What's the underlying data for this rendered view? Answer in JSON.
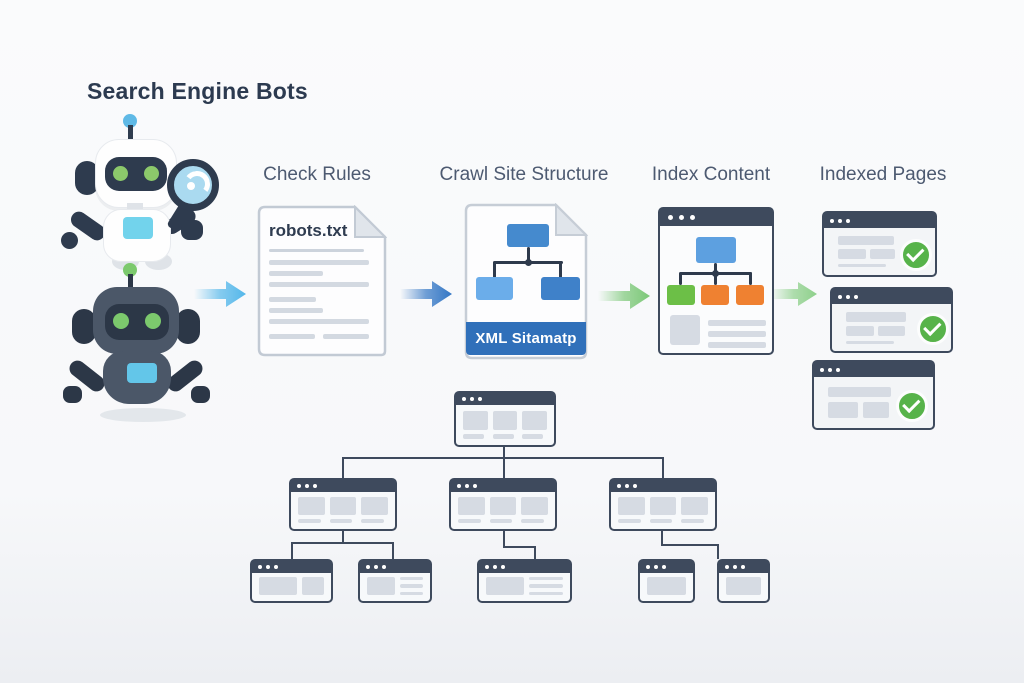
{
  "title": "Search Engine Bots",
  "flow": {
    "steps": [
      {
        "label": "Check Rules",
        "doc_title": "robots.txt"
      },
      {
        "label": "Crawl Site Structure",
        "banner": "XML Sitamatp"
      },
      {
        "label": "Index Content"
      },
      {
        "label": "Indexed Pages"
      }
    ]
  },
  "colors": {
    "title_text": "#2c3a50",
    "step_label_text": "#4d5a71",
    "arrow_light_blue": "#54b7ea",
    "arrow_blue": "#3477c5",
    "arrow_green": "#7cc878",
    "arrow_light_green": "#8ed08b",
    "sitemap_banner_blue": "#3070ba",
    "node_blue": "#5da0e0",
    "node_light_blue": "#6badea",
    "node_dark_blue": "#3f81c9",
    "node_green": "#6cbf47",
    "node_orange": "#ef8131",
    "check_green": "#57b34a",
    "window_header": "#3e4a5d",
    "wireframe_gray": "#d6dbe3",
    "robot_dark": "#4b5768",
    "robot_navy": "#2e3b4e",
    "robot_eye_green": "#7cc96d",
    "robot_chest_blue": "#63c6e9"
  }
}
